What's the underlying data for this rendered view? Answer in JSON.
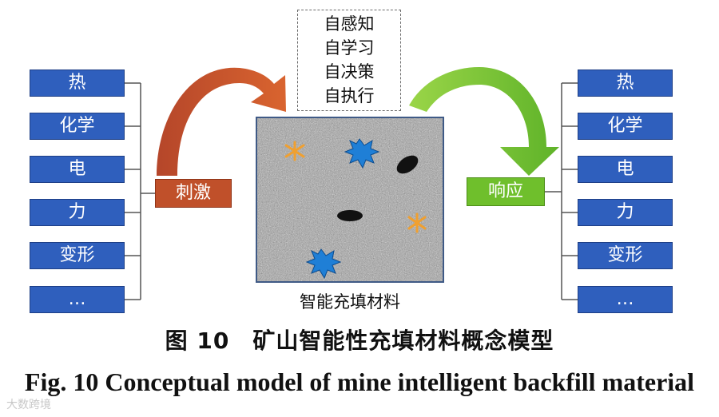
{
  "stimuli_left": [
    "热",
    "化学",
    "电",
    "力",
    "变形",
    "…"
  ],
  "stimuli_right": [
    "热",
    "化学",
    "电",
    "力",
    "变形",
    "…"
  ],
  "stimulus_tag": "刺激",
  "response_tag": "响应",
  "abilities": [
    "自感知",
    "自学习",
    "自决策",
    "自执行"
  ],
  "material_label": "智能充填材料",
  "caption_cn": "图 10　矿山智能性充填材料概念模型",
  "caption_en": "Fig. 10   Conceptual model of mine intelligent backfill material",
  "watermark": "大数跨境",
  "colors": {
    "stim_box": "#2f5fbd",
    "stimulus_arrow": "#c0502a",
    "response_arrow": "#6fbf2c",
    "material_border": "#3f5a86"
  }
}
